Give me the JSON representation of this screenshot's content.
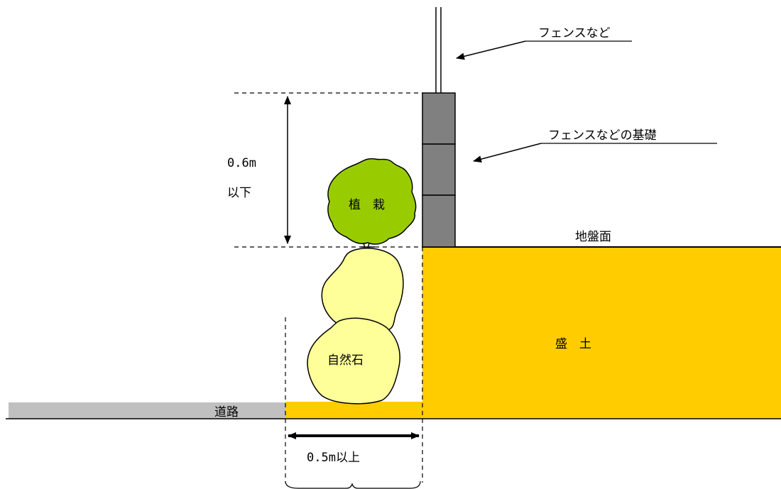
{
  "labels": {
    "fence": "フェンスなど",
    "fence_foundation": "フェンスなどの基礎",
    "ground_level": "地盤面",
    "height_value": "0.6m",
    "height_limit": "以下",
    "planting": "植　栽",
    "fill": "盛　土",
    "natural_stone": "自然石",
    "road": "道路",
    "setback": "0.5m以上"
  },
  "colors": {
    "fill_soil": "#ffcc00",
    "road": "#c0c0c0",
    "planting": "#99cc00",
    "stone": "#ffff99",
    "foundation_block": "#808080",
    "line": "#000000"
  }
}
